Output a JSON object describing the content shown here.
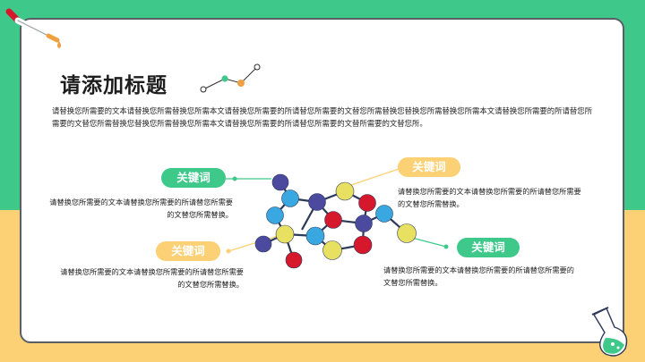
{
  "slide": {
    "title": "请添加标题",
    "intro": "请替换您所需要的文本请替换您所需替换您所需本文请替换您所需要的所请替您所需要的文替您所需替换您替换您所需替换您所需本文请替换您所需要的所请替您所需要的文替您所需替换您替换您所需替换您所需本文请替换您所需要的所请替您所需要的文替所需要的文替您所。"
  },
  "points": [
    {
      "keyword": "关键词",
      "text": "请替换您所需要的文本请替换您所需要的所请替您所需要的文替您所需替换。"
    },
    {
      "keyword": "关键词",
      "text": "请替换您所需要的文本请替换您所需要的所请替您所需要的文替您所需替换。"
    },
    {
      "keyword": "关键词",
      "text": "请替换您所需要的文本请替换您所需要的所请替您所需要的文替您所需替换。"
    },
    {
      "keyword": "关键词",
      "text": "请替换您所需要的文本请替换您所需要的所请替您所需要的文替您所需替换。"
    }
  ],
  "colors": {
    "green": "#3ec98b",
    "yellow": "#fcd074",
    "navy": "#4b4a9e",
    "blue": "#3aa8e0",
    "red": "#d6182c",
    "lemon": "#e8e060",
    "orange": "#f0a040"
  },
  "icons": [
    "dropper-icon",
    "line-chart-icon",
    "molecule-icon",
    "flask-icon"
  ]
}
